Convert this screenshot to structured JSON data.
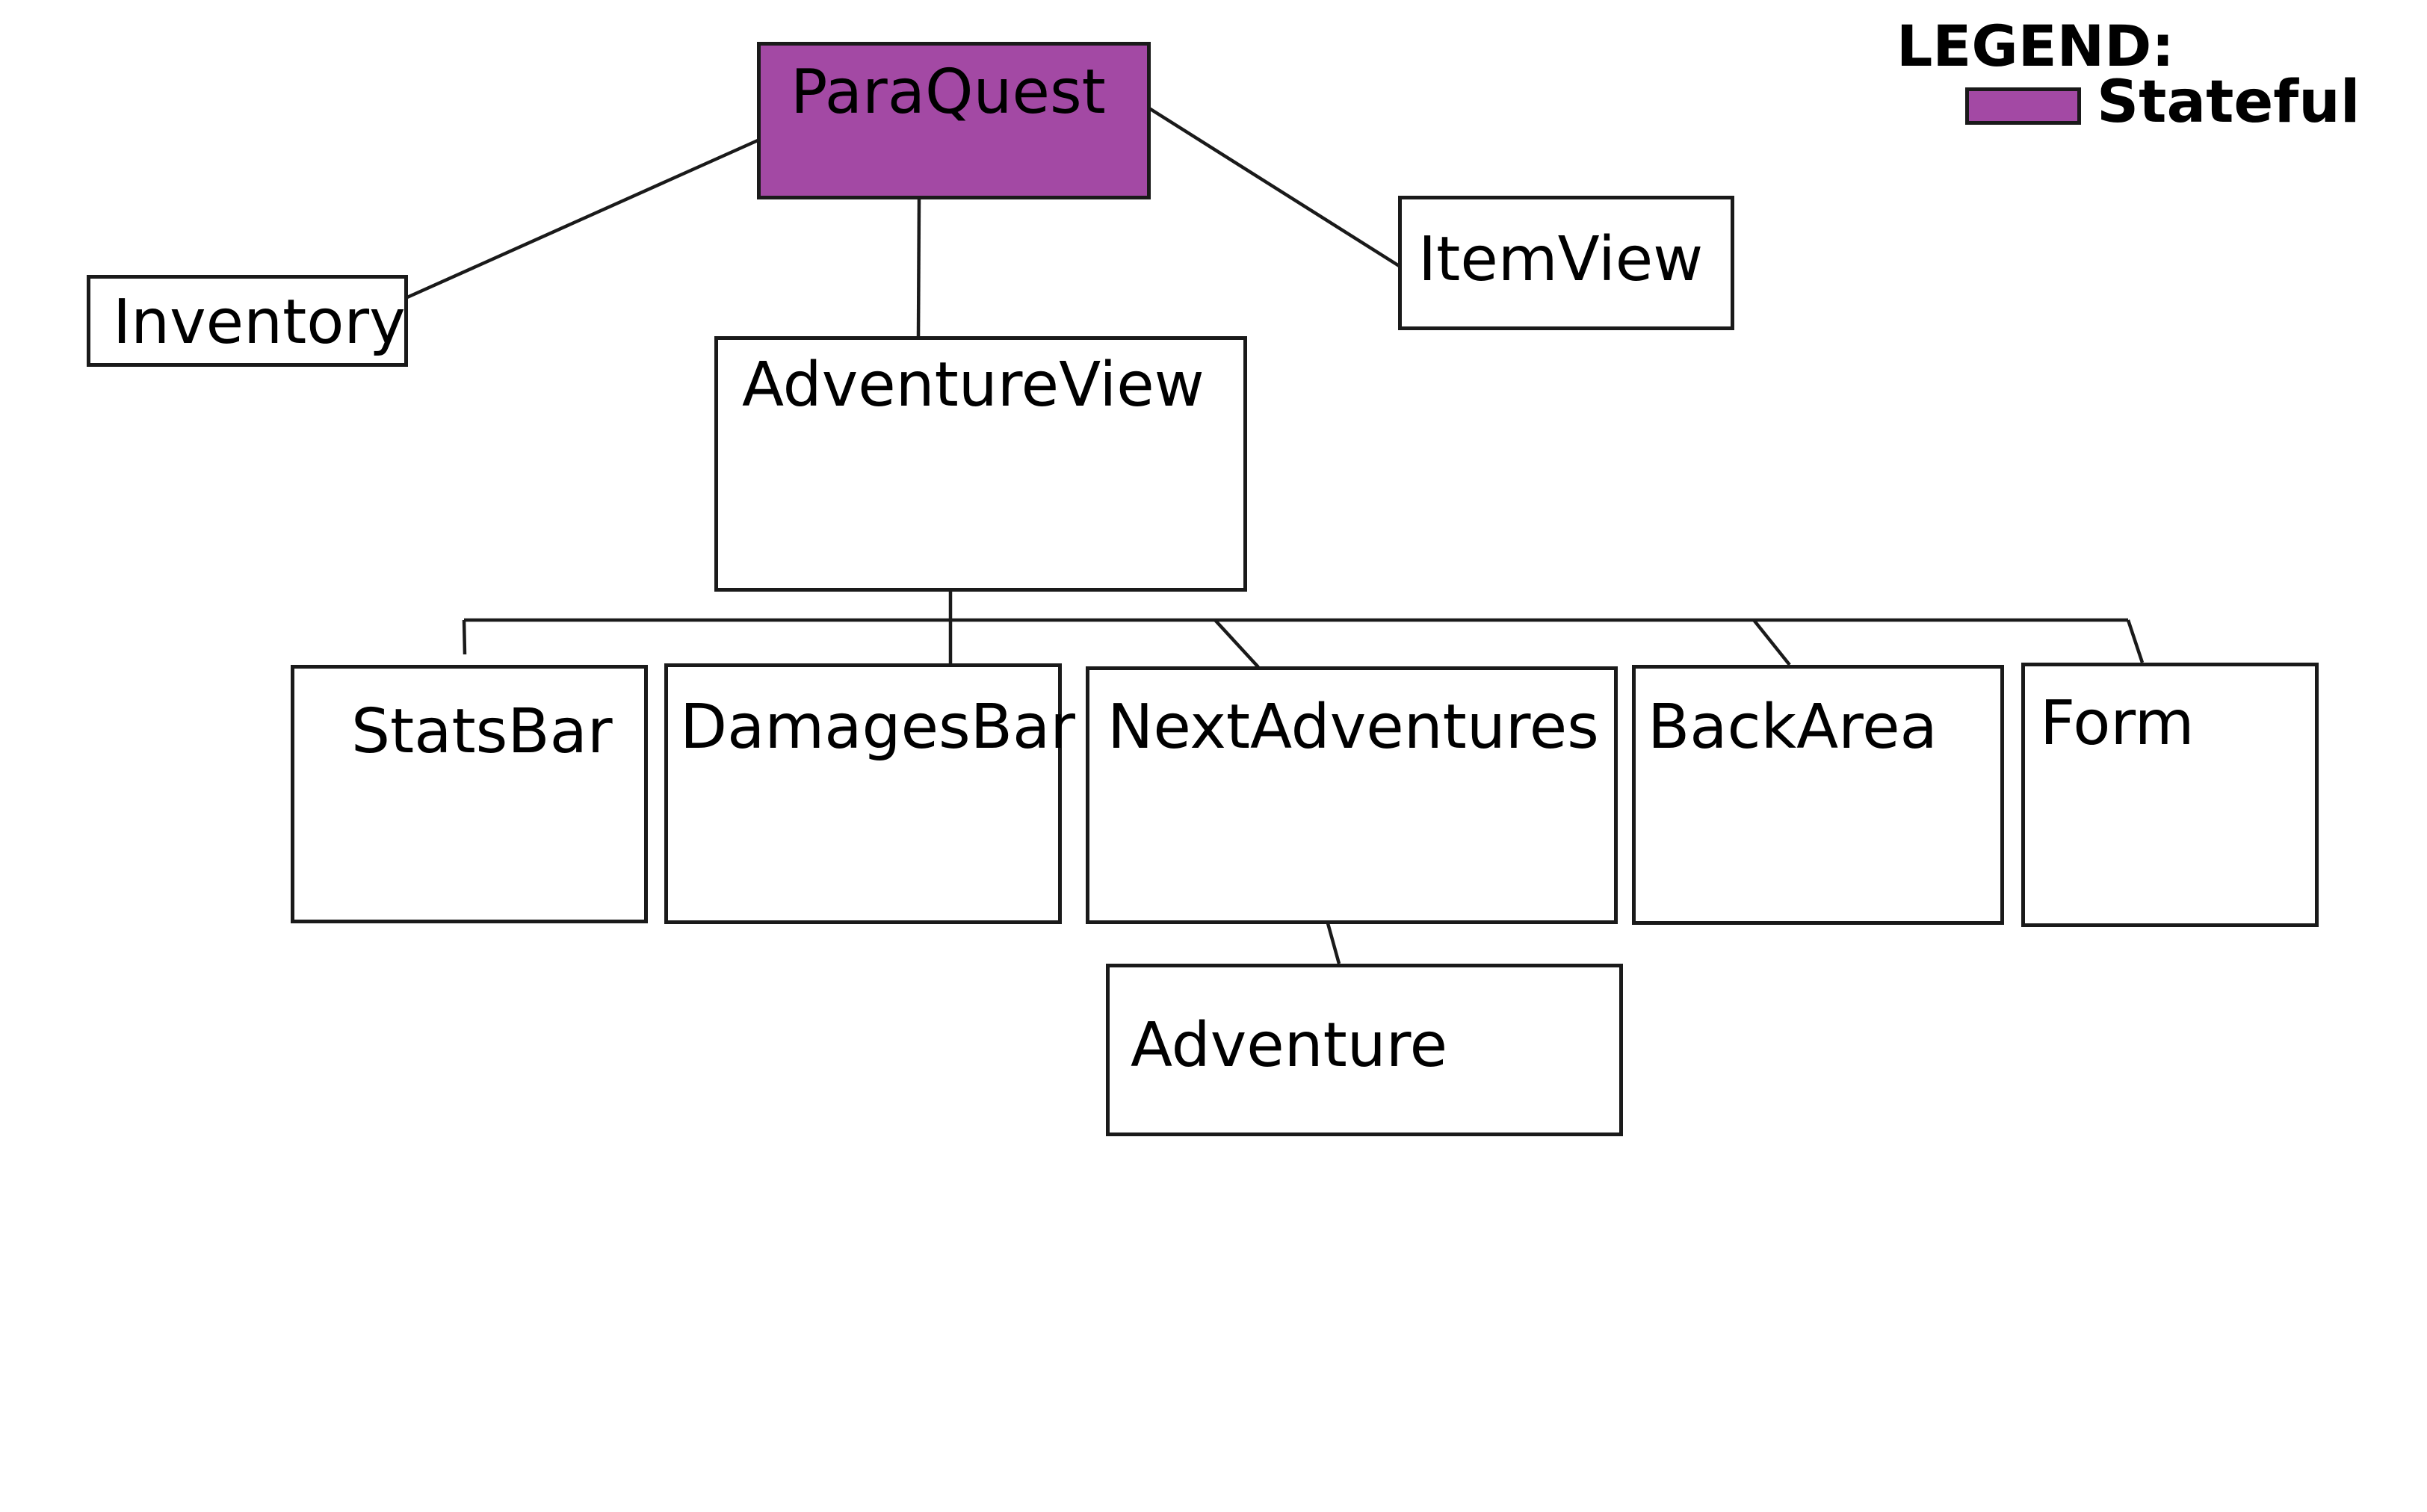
{
  "colors": {
    "stateful": "#a349a4",
    "line": "#1a1a1a"
  },
  "legend": {
    "title": "LEGEND:",
    "stateful_label": "Stateful"
  },
  "nodes": {
    "paraquest": {
      "label": "ParaQuest",
      "stateful": true
    },
    "inventory": {
      "label": "Inventory",
      "stateful": false
    },
    "adventureview": {
      "label": "AdventureView",
      "stateful": false
    },
    "itemview": {
      "label": "ItemView",
      "stateful": false
    },
    "statsbar": {
      "label": "StatsBar",
      "stateful": false
    },
    "damagesbar": {
      "label": "DamagesBar",
      "stateful": false
    },
    "nextadventures": {
      "label": "NextAdventures",
      "stateful": false
    },
    "backarea": {
      "label": "BackArea",
      "stateful": false
    },
    "form": {
      "label": "Form",
      "stateful": false
    },
    "adventure": {
      "label": "Adventure",
      "stateful": false
    }
  },
  "edges": [
    {
      "from": "paraquest",
      "to": "inventory"
    },
    {
      "from": "paraquest",
      "to": "adventureview"
    },
    {
      "from": "paraquest",
      "to": "itemview"
    },
    {
      "from": "adventureview",
      "to": "statsbar"
    },
    {
      "from": "adventureview",
      "to": "damagesbar"
    },
    {
      "from": "adventureview",
      "to": "nextadventures"
    },
    {
      "from": "adventureview",
      "to": "backarea"
    },
    {
      "from": "adventureview",
      "to": "form"
    },
    {
      "from": "nextadventures",
      "to": "adventure"
    }
  ]
}
